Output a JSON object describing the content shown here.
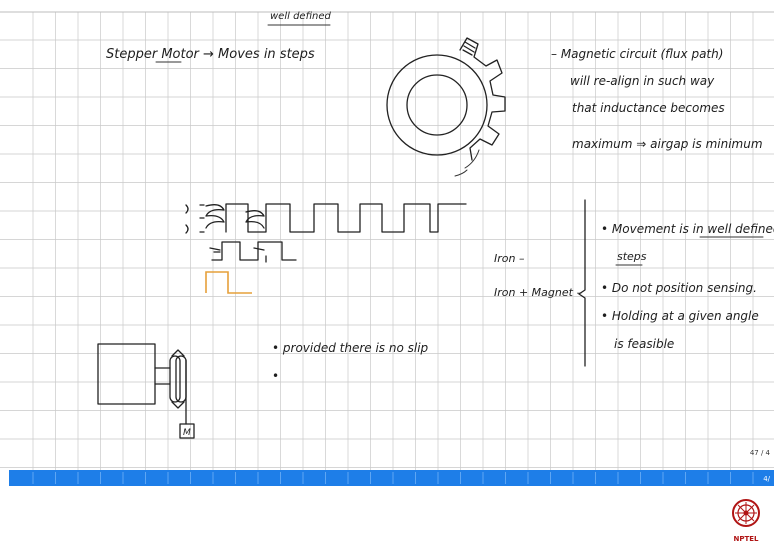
{
  "colors": {
    "grid": "#c9c9c9",
    "ink": "#222222",
    "accent_bar": "#1e7ee8",
    "orange_pulse": "#e6a03a",
    "logo_red": "#b01414"
  },
  "notes": {
    "stepper_title": "Stepper Motor → Moves in steps",
    "well_defined": "well defined",
    "magnetic": [
      "– Magnetic circuit (flux path)",
      "will re-align in such way",
      "that inductance becomes",
      "maximum ⇒ airgap is minimum"
    ],
    "iron": "Iron –",
    "iron_magnet": "Iron + Magnet –",
    "slip": "• provided there is no slip",
    "bullet2": "•",
    "movement": "• Movement is in well defined",
    "steps": "steps",
    "no_sensing": "• Do not position sensing.",
    "holding": [
      "• Holding at a given angle",
      "is feasible"
    ],
    "motor_label": "M"
  },
  "page_indicator": {
    "current": "47 / 4",
    "sub": "4/"
  },
  "logo": {
    "name": "nptel-logo",
    "label": "NPTEL"
  }
}
